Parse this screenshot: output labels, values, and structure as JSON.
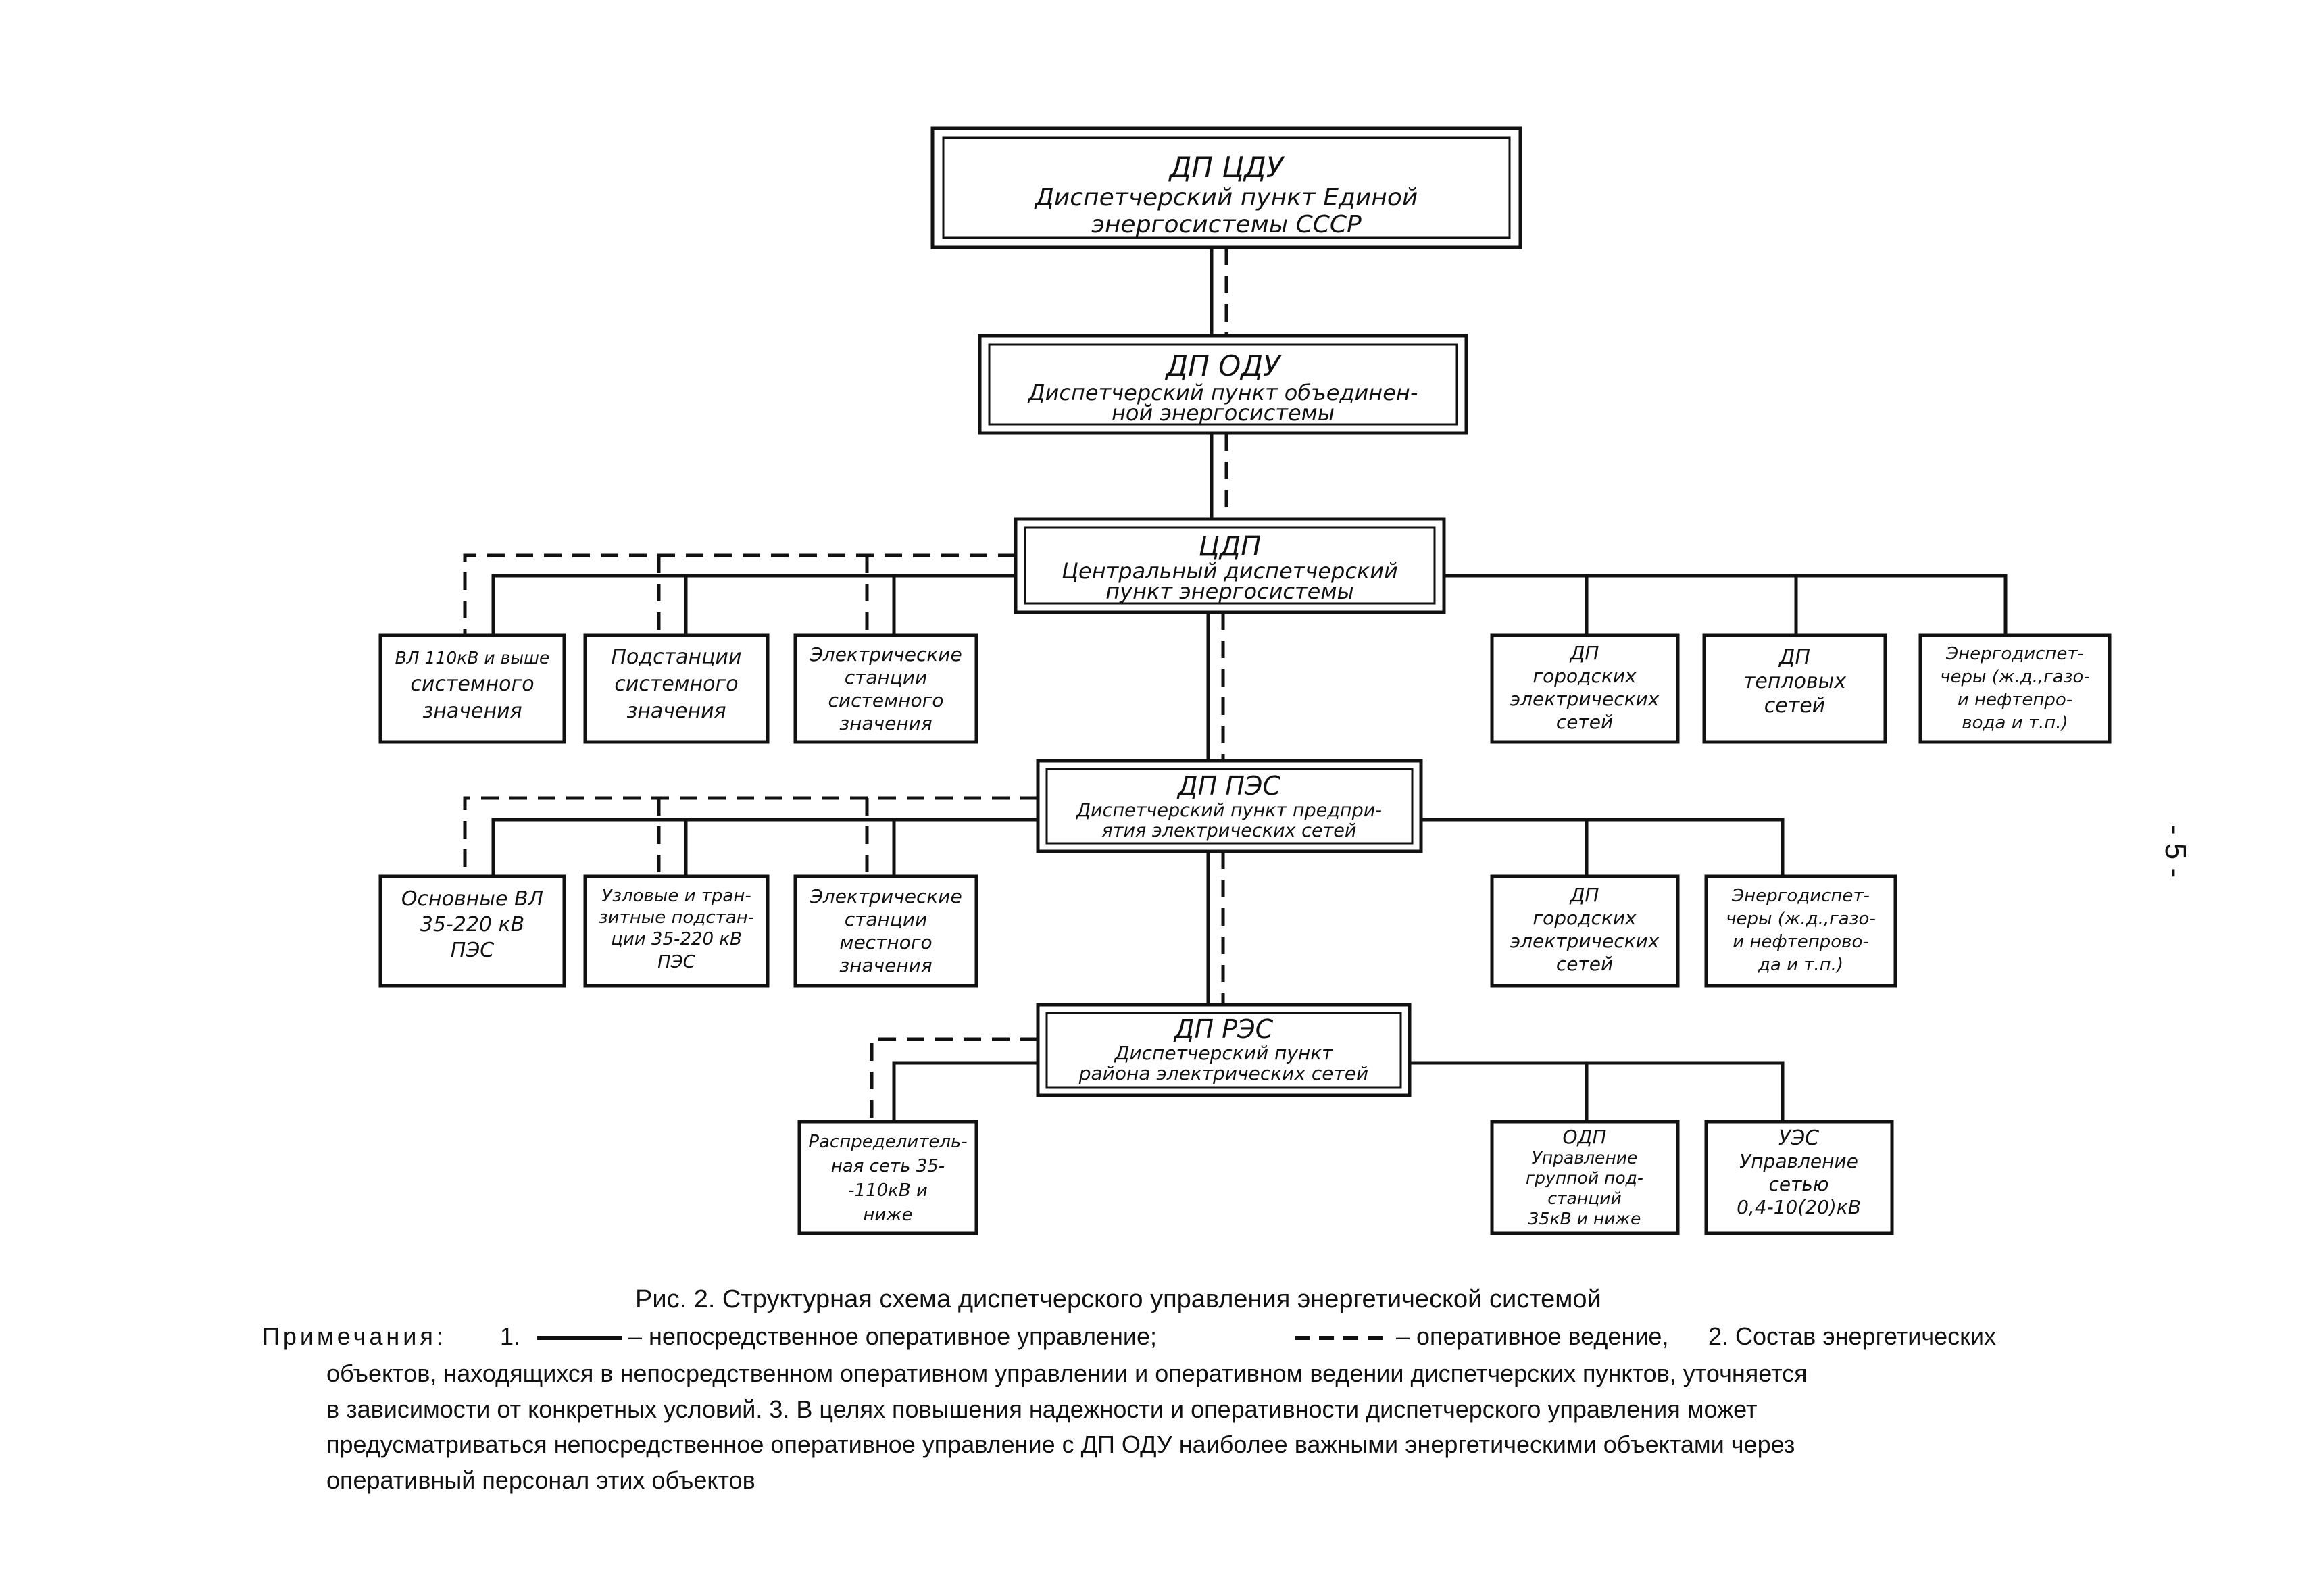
{
  "boxes": {
    "cdu": {
      "lines": [
        "ДП ЦДУ",
        "Диспетчерский пункт Единой",
        "энергосистемы СССР"
      ]
    },
    "odu": {
      "lines": [
        "ДП ОДУ",
        "Диспетчерский пункт объединен-",
        "ной энергосистемы"
      ]
    },
    "cdp": {
      "lines": [
        "ЦДП",
        "Центральный диспетчерский",
        "пункт энергосистемы"
      ]
    },
    "l1": {
      "vl": {
        "lines": [
          "ВЛ 110кВ и выше",
          "системного",
          "значения"
        ]
      },
      "podst": {
        "lines": [
          "Подстанции",
          "системного",
          "значения"
        ]
      },
      "elst": {
        "lines": [
          "Электрические",
          "станции",
          "системного",
          "значения"
        ]
      },
      "dp_gor": {
        "lines": [
          "ДП",
          "городских",
          "электрических",
          "сетей"
        ]
      },
      "dp_tepl": {
        "lines": [
          "ДП",
          "тепловых",
          "сетей"
        ]
      },
      "energo": {
        "lines": [
          "Энергодиспет-",
          "черы (ж.д.,газо-",
          "и нефтепро-",
          "вода и т.п.)"
        ]
      }
    },
    "pes": {
      "lines": [
        "ДП ПЭС",
        "Диспетчерский пункт предпри-",
        "ятия электрических сетей"
      ]
    },
    "l2": {
      "vl": {
        "lines": [
          "Основные ВЛ",
          "35-220 кВ",
          "ПЭС"
        ]
      },
      "uzl": {
        "lines": [
          "Узловые и тран-",
          "зитные подстан-",
          "ции 35-220 кВ",
          "ПЭС"
        ]
      },
      "elst": {
        "lines": [
          "Электрические",
          "станции",
          "местного",
          "значения"
        ]
      },
      "dp_gor": {
        "lines": [
          "ДП",
          "городских",
          "электрических",
          "сетей"
        ]
      },
      "energo": {
        "lines": [
          "Энергодиспет-",
          "черы (ж.д.,газо-",
          "и нефтепрово-",
          "да и т.п.)"
        ]
      }
    },
    "res": {
      "lines": [
        "ДП РЭС",
        "Диспетчерский пункт",
        "района электрических сетей"
      ]
    },
    "l3": {
      "raspr": {
        "lines": [
          "Распределитель-",
          "ная сеть 35-",
          "-110кВ и",
          "ниже"
        ]
      },
      "odp": {
        "lines": [
          "ОДП",
          "Управление",
          "группой под-",
          "станций",
          "35кВ и ниже"
        ]
      },
      "ues": {
        "lines": [
          "УЭС",
          "Управление",
          "сетью",
          "0,4-10(20)кВ"
        ]
      }
    }
  },
  "caption": {
    "title": "Рис. 2. Структурная схема диспетчерского управления энергетической системой",
    "notes_label": "Примечания:",
    "n1_num": "1.",
    "n1_a": "– непосредственное оперативное управление;",
    "n1_b": "– оперативное ведение,",
    "n2_start": "2. Состав энергетических",
    "line2": "объектов, находящихся в непосредственном оперативном управлении и оперативном ведении диспетчерских пунктов, уточняется",
    "line3": "в зависимости от конкретных условий. 3. В целях повышения надежности и оперативности диспетчерского управления может",
    "line4": "предусматриваться непосредственное оперативное управление с ДП ОДУ наиболее важными энергетическими объектами через",
    "line5": "оперативный персонал этих объектов"
  },
  "page_number": "- 5 -"
}
